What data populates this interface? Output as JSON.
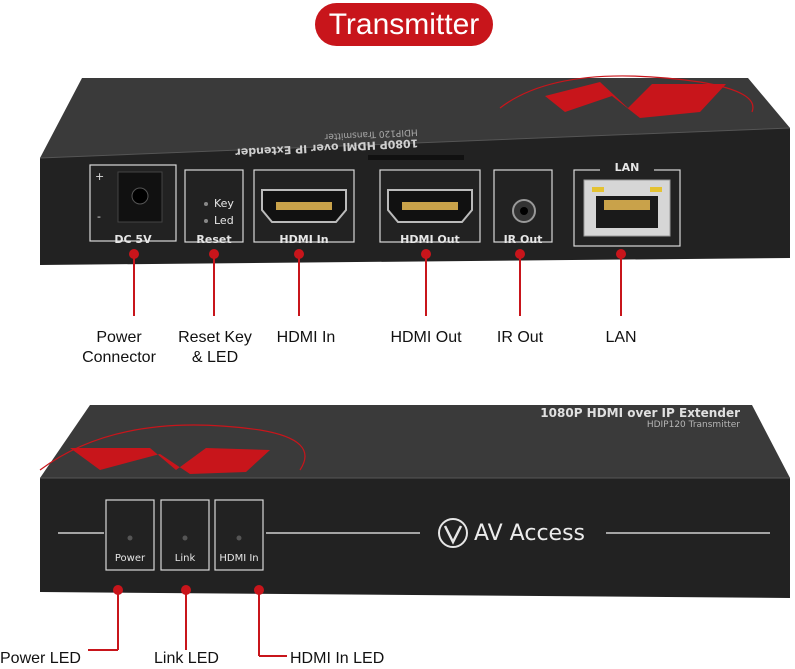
{
  "header": {
    "title": "Transmitter"
  },
  "top_device": {
    "silkscreen_line1": "1080P HDMI over IP Extender",
    "silkscreen_line2": "HDIP120 Transmitter",
    "ports": {
      "dc": "DC 5V",
      "reset": "Reset",
      "key": "Key",
      "led": "Led",
      "hdmi_in": "HDMI In",
      "hdmi_out": "HDMI Out",
      "ir_out": "IR Out",
      "lan": "LAN"
    },
    "polarity_plus": "+",
    "polarity_minus": "-"
  },
  "callouts_top": {
    "power": [
      "Power",
      "Connector"
    ],
    "reset": [
      "Reset Key",
      "& LED"
    ],
    "hdmi_in": "HDMI In",
    "hdmi_out": "HDMI Out",
    "ir_out": "IR Out",
    "lan": "LAN"
  },
  "bottom_device": {
    "silkscreen_line1": "1080P HDMI over IP Extender",
    "silkscreen_line2": "HDIP120 Transmitter",
    "leds": {
      "power": "Power",
      "link": "Link",
      "hdmi_in": "HDMI In"
    },
    "brand": "AV Access"
  },
  "callouts_bottom": {
    "power_led": "Power LED",
    "link_led": "Link LED",
    "hdmi_in_led": "HDMI In LED"
  },
  "colors": {
    "accent": "#c8151b",
    "device": "#242424",
    "device_top": "#3a3a3a"
  }
}
